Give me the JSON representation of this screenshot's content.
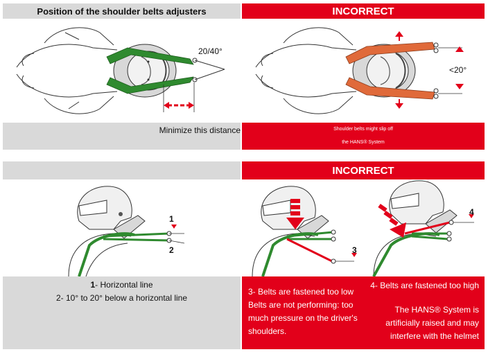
{
  "top_section": {
    "left_header": "Position of the shoulder belts adjusters",
    "right_header": "INCORRECT",
    "angle_label": "20/40°",
    "incorrect_angle_label": "<20°",
    "left_caption": "Minimize this distance",
    "right_caption_line1": "Shoulder belts might slip off",
    "right_caption_line2": "the HANS® System"
  },
  "bottom_section": {
    "right_header": "INCORRECT",
    "callout_1": "1",
    "callout_2": "2",
    "callout_3": "3",
    "callout_4": "4",
    "left_line1_num": "1",
    "left_line1_text": "- Horizontal line",
    "left_line2_num": "2",
    "left_line2_text": "- 10° to 20° below a horizontal line",
    "mid_line1": "3- Belts are fastened too low",
    "mid_line2": "Belts are not performing: too",
    "mid_line3": "much pressure on the driver's",
    "mid_line4": "shoulders.",
    "right_line1": "4- Belts are fastened too high",
    "right_line2": "The HANS® System is",
    "right_line3": "artificially raised and may",
    "right_line4": "interfere with the helmet"
  },
  "colors": {
    "red": "#e2001a",
    "grey": "#d9d9d9",
    "green": "#2f8a2f",
    "orange": "#e06a3a"
  }
}
